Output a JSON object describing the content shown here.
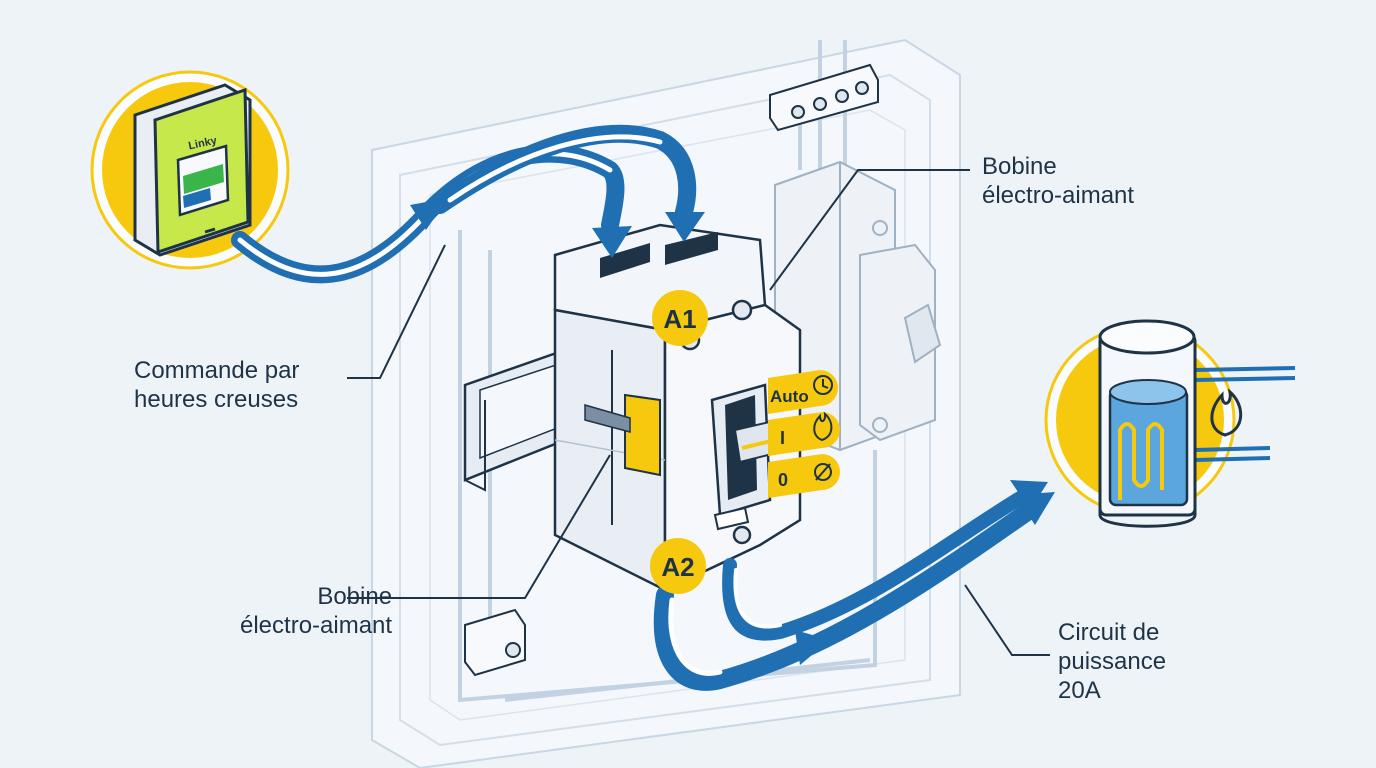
{
  "labels": {
    "coil_top": [
      "Bobine",
      "électro-aimant"
    ],
    "command": [
      "Commande par",
      "heures creuses"
    ],
    "coil_bottom": [
      "Bobine",
      "électro-aimant"
    ],
    "power": [
      "Circuit de",
      "puissance",
      "20A"
    ]
  },
  "meter": {
    "brand": "Linky"
  },
  "terminals": {
    "a1": "A1",
    "a2": "A2"
  },
  "modes": {
    "auto": "Auto",
    "on": "I",
    "off": "0"
  },
  "icons": {
    "auto": "clock-icon",
    "on": "flame-icon",
    "off": "off-symbol-icon",
    "heater": "flame-icon"
  },
  "colors": {
    "background": "#eef3f8",
    "accent_yellow": "#f6c90e",
    "flow_blue": "#1f6fb2",
    "outline_navy": "#1f3347",
    "meter_green": "#c6e84a"
  }
}
